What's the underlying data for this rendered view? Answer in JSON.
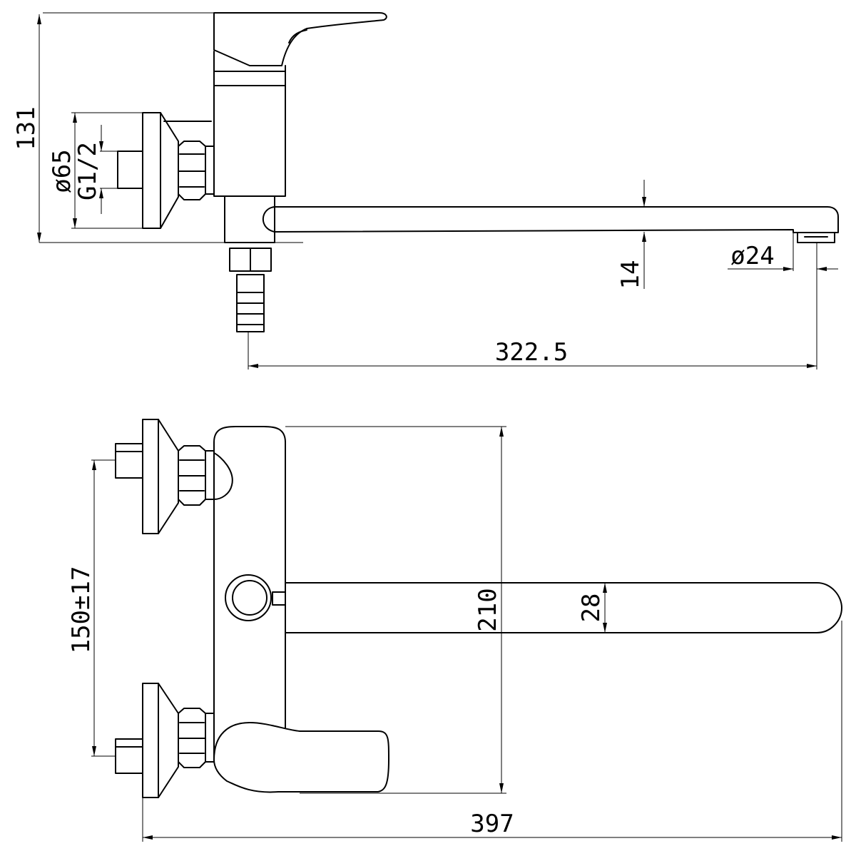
{
  "dimensions": {
    "height_131": "131",
    "dia_65": "ø65",
    "thread_g12": "G1/2",
    "pipe_14": "14",
    "dia_24": "ø24",
    "reach_322_5": "322.5",
    "spacing_150": "150±17",
    "height_210": "210",
    "spout_28": "28",
    "width_397": "397"
  },
  "colors": {
    "line": "#000000",
    "background": "#ffffff"
  }
}
